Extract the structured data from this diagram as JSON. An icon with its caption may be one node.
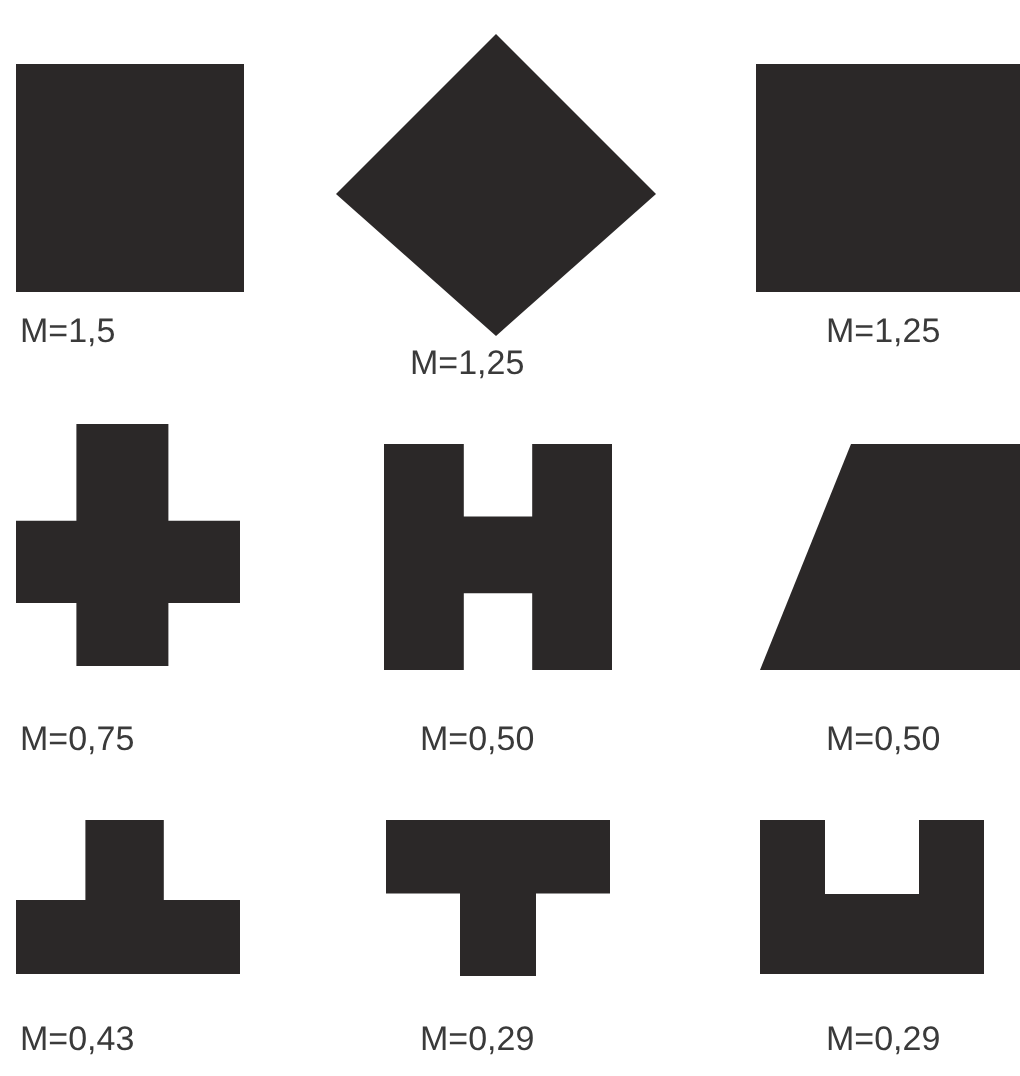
{
  "diagram": {
    "nodes": [
      {
        "text": [],
        "shape": "square",
        "beside": [
          "M=1,5"
        ]
      },
      {
        "text": [],
        "shape": "diamond",
        "beside": [
          "M=1,25"
        ]
      },
      {
        "text": [],
        "shape": "rectangle",
        "beside": [
          "M=1,25"
        ]
      },
      {
        "text": [],
        "shape": "cross",
        "beside": [
          "M=0,75"
        ]
      },
      {
        "text": [],
        "shape": "H",
        "beside": [
          "M=0,50"
        ]
      },
      {
        "text": [],
        "shape": "trapezoid",
        "beside": [
          "M=0,50"
        ]
      },
      {
        "text": [],
        "shape": "inverted-T",
        "beside": [
          "M=0,43"
        ]
      },
      {
        "text": [],
        "shape": "T",
        "beside": [
          "M=0,29"
        ]
      },
      {
        "text": [],
        "shape": "U",
        "beside": [
          "M=0,29"
        ]
      }
    ]
  }
}
